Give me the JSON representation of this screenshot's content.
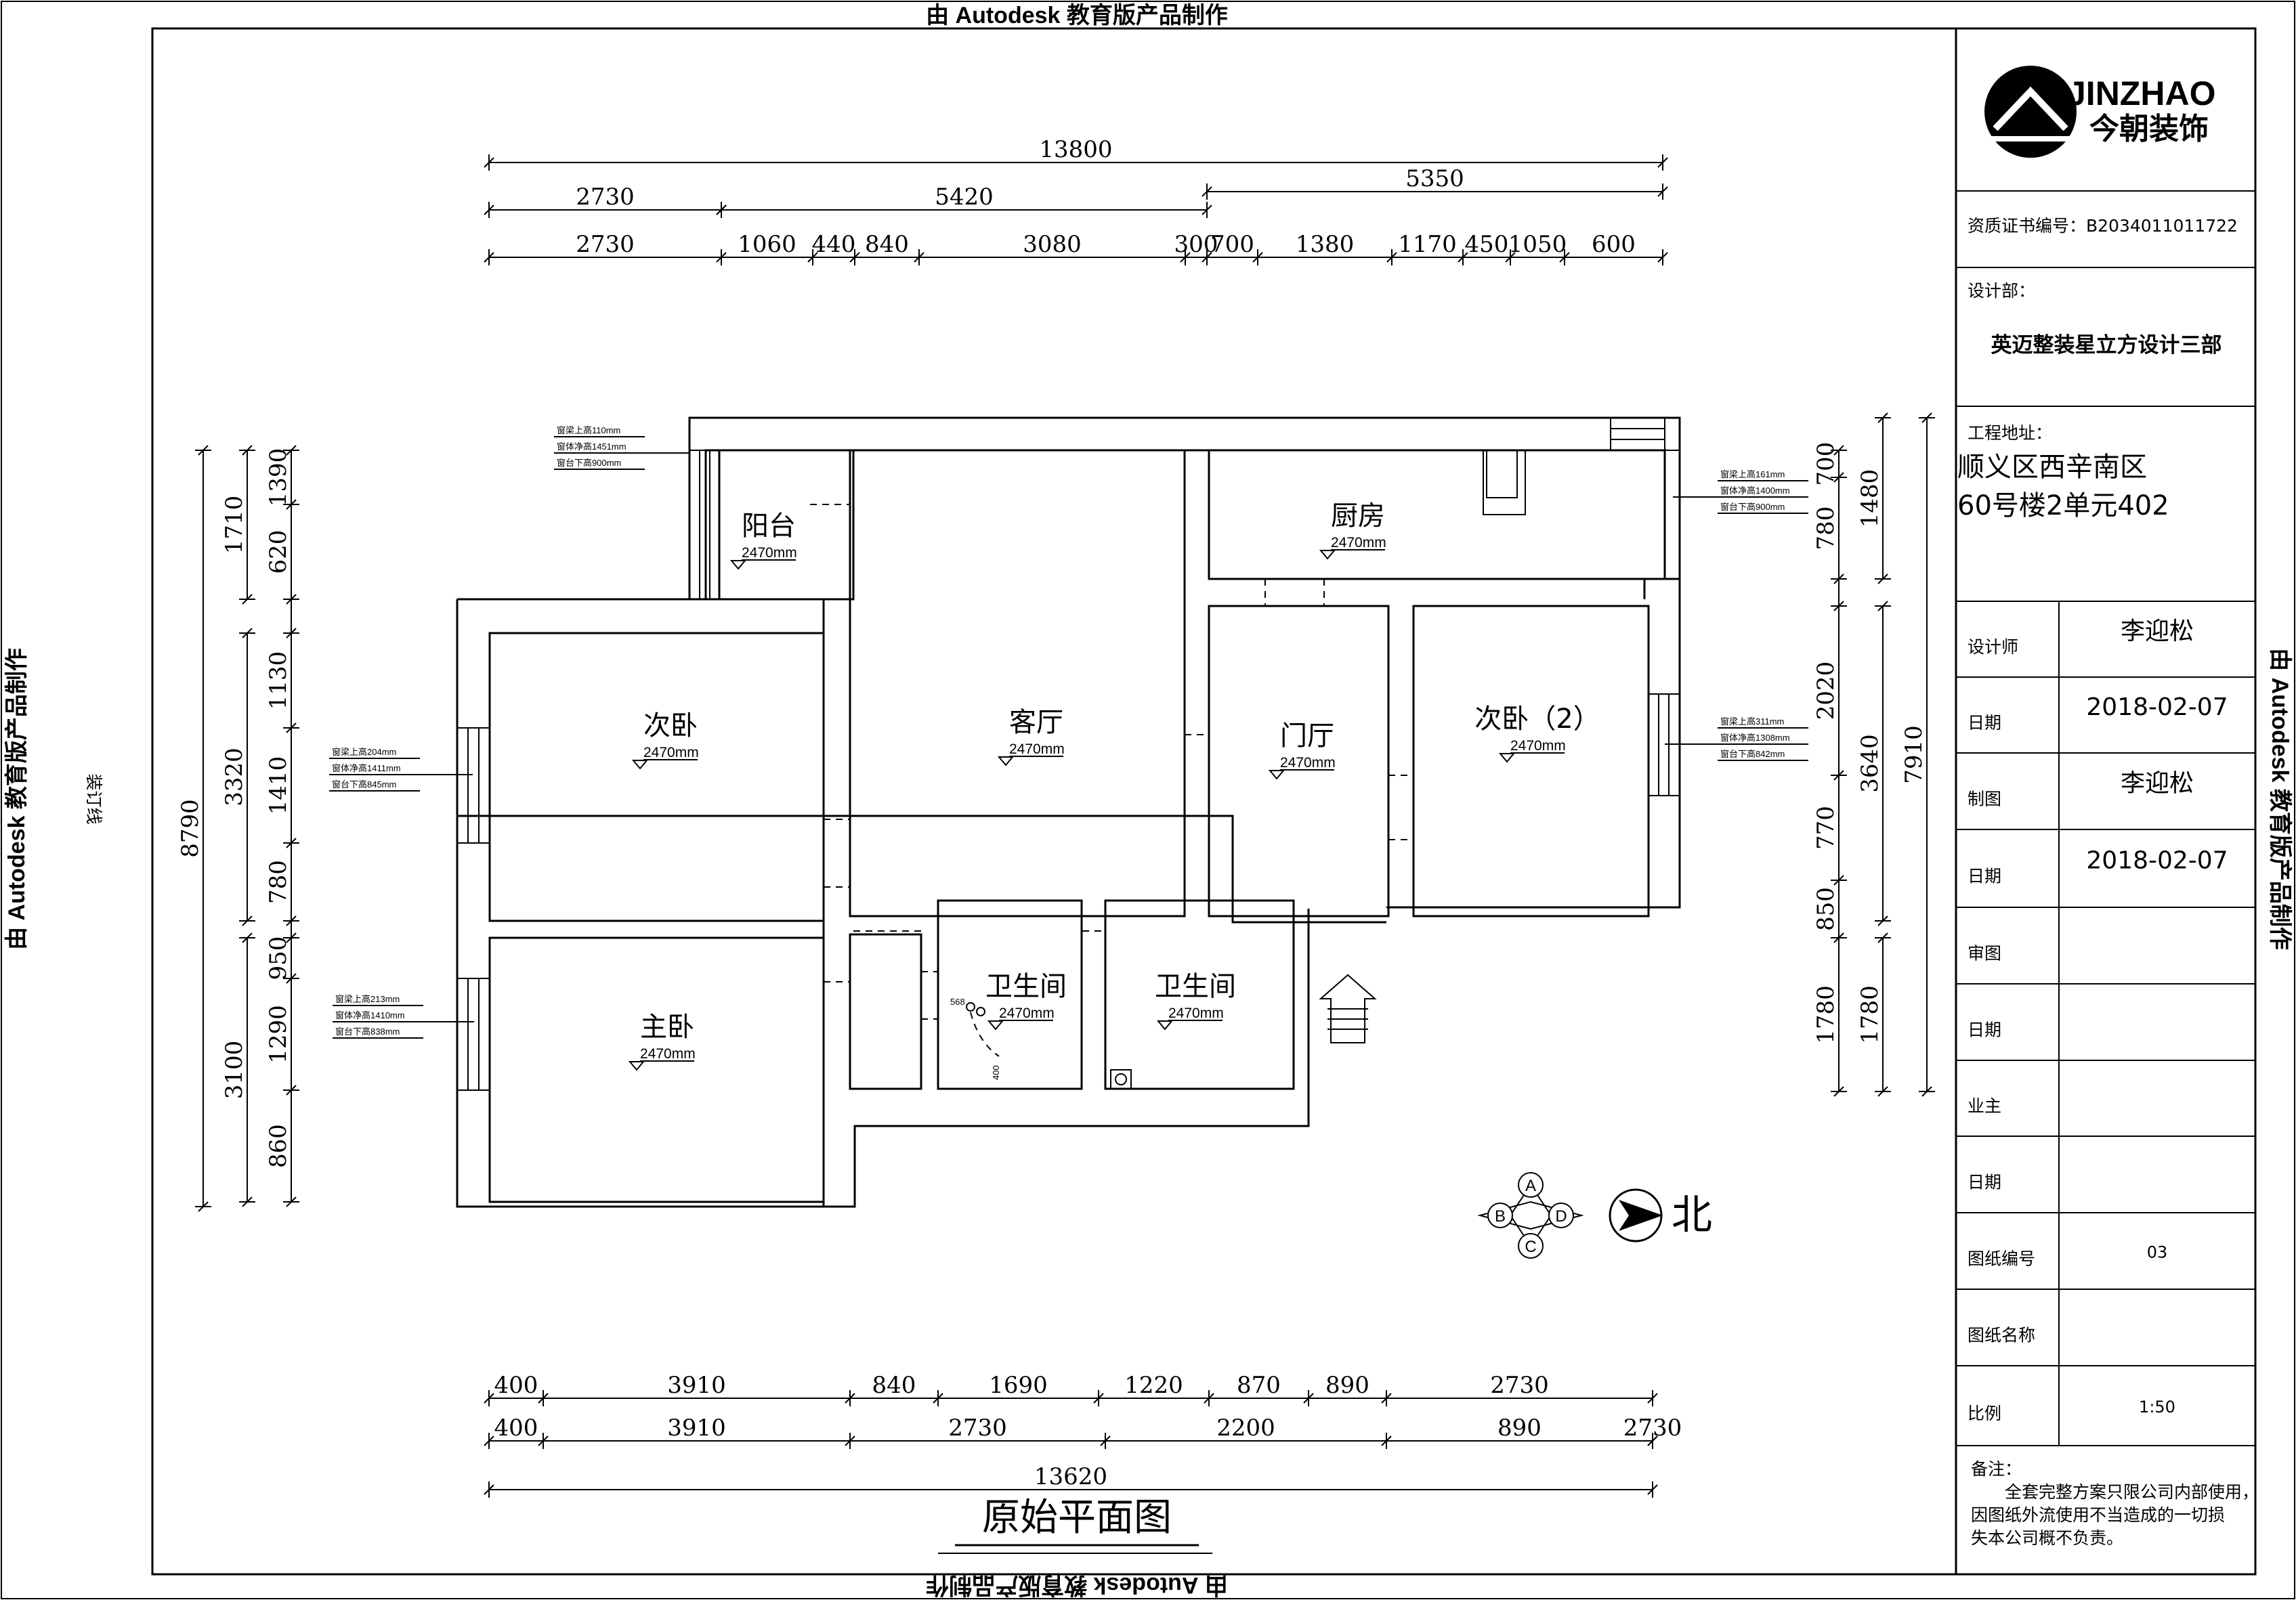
{
  "watermark": "由 Autodesk 教育版产品制作",
  "binding_label": "装订线",
  "drawing_title": "原始平面图",
  "north_label": "北",
  "compass_letters": [
    "A",
    "B",
    "C",
    "D"
  ],
  "logo": {
    "brand": "JINZHAO",
    "cn": "今朝装饰"
  },
  "title_block": {
    "license": "资质证书编号：B2034011011722",
    "design_dept_label": "设计部：",
    "design_dept_value": "英迈整装星立方设计三部",
    "address_label": "工程地址：",
    "address_line1": "顺义区西辛南区",
    "address_line2": "60号楼2单元402",
    "rows": [
      {
        "label": "设计师",
        "value": "李迎松"
      },
      {
        "label": "日期",
        "value": "2018-02-07"
      },
      {
        "label": "制图",
        "value": "李迎松"
      },
      {
        "label": "日期",
        "value": "2018-02-07"
      },
      {
        "label": "审图",
        "value": ""
      },
      {
        "label": "日期",
        "value": ""
      },
      {
        "label": "业主",
        "value": ""
      },
      {
        "label": "日期",
        "value": ""
      },
      {
        "label": "图纸编号",
        "value": "03"
      },
      {
        "label": "图纸名称",
        "value": ""
      },
      {
        "label": "比例",
        "value": "1:50"
      }
    ],
    "notes_label": "备注：",
    "notes_text": [
      "全套完整方案只限公司内部使用，",
      "因图纸外流使用不当造成的一切损",
      "失本公司概不负责。"
    ]
  },
  "rooms": [
    {
      "name": "阳台",
      "level": "2470mm"
    },
    {
      "name": "厨房",
      "level": "2470mm"
    },
    {
      "name": "次卧",
      "level": "2470mm"
    },
    {
      "name": "客厅",
      "level": "2470mm"
    },
    {
      "name": "门厅",
      "level": "2470mm"
    },
    {
      "name": "次卧（2）",
      "level": "2470mm"
    },
    {
      "name": "卫生间",
      "level": "2470mm"
    },
    {
      "name": "卫生间",
      "level": "2470mm"
    },
    {
      "name": "主卧",
      "level": "2470mm"
    }
  ],
  "window_notes": [
    [
      "窗梁上高110mm",
      "窗体净高1451mm",
      "窗台下高900mm"
    ],
    [
      "窗梁上高204mm",
      "窗体净高1411mm",
      "窗台下高845mm"
    ],
    [
      "窗梁上高213mm",
      "窗体净高1410mm",
      "窗台下高838mm"
    ],
    [
      "窗梁上高161mm",
      "窗体净高1400mm",
      "窗台下高900mm"
    ],
    [
      "窗梁上高311mm",
      "窗体净高1308mm",
      "窗台下高842mm"
    ]
  ],
  "bath_marks": [
    "568",
    "400"
  ],
  "dims": {
    "top_total": "13800",
    "top_mid": [
      "2730",
      "5420",
      "5350"
    ],
    "top_detail": [
      "2730",
      "1060",
      "440",
      "840",
      "3080",
      "300",
      "700",
      "1380",
      "1170",
      "450",
      "1050",
      "600"
    ],
    "bottom_row1": [
      "400",
      "3910",
      "840",
      "1690",
      "1220",
      "870",
      "890",
      "2730"
    ],
    "bottom_row2": [
      "400",
      "3910",
      "2730",
      "2200",
      "890",
      "2730"
    ],
    "bottom_total": "13620",
    "left_total": "8790",
    "left_mid": [
      "1710",
      "3320",
      "3100"
    ],
    "left_detail": [
      "620",
      "1390",
      "1130",
      "1410",
      "780",
      "950",
      "1290",
      "860"
    ],
    "right_total": "7910",
    "right_mid": [
      "1480",
      "3640",
      "1780"
    ],
    "right_detail": [
      "700",
      "780",
      "2020",
      "770",
      "850",
      "1780"
    ]
  }
}
